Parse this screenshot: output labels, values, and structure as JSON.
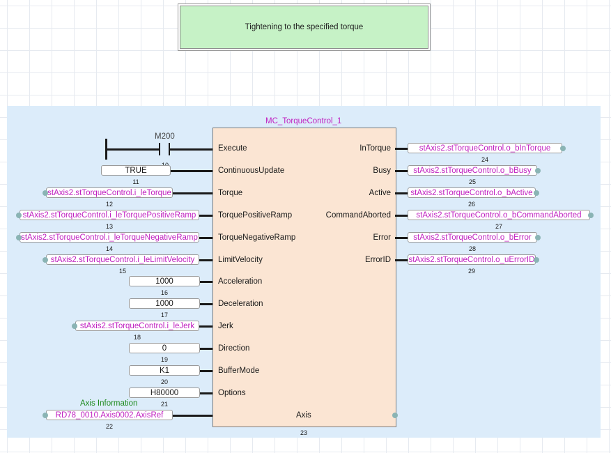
{
  "comment": {
    "text": "Tightening to the specified torque"
  },
  "fb": {
    "instance": "MC_TorqueControl_1",
    "type": "MC_TorqueControl",
    "block_number": "23"
  },
  "contact": {
    "device": "M200",
    "number": "10"
  },
  "axis_comment": "Axis Information",
  "inputs": [
    {
      "pin": "Execute",
      "value": "",
      "number": ""
    },
    {
      "pin": "ContinuousUpdate",
      "value": "TRUE",
      "number": "11"
    },
    {
      "pin": "Torque",
      "value": "stAxis2.stTorqueControl.i_leTorque",
      "number": "12"
    },
    {
      "pin": "TorquePositiveRamp",
      "value": "stAxis2.stTorqueControl.i_leTorquePositiveRamp",
      "number": "13"
    },
    {
      "pin": "TorqueNegativeRamp",
      "value": "stAxis2.stTorqueControl.i_leTorqueNegativeRamp",
      "number": "14"
    },
    {
      "pin": "LimitVelocity",
      "value": "stAxis2.stTorqueControl.i_leLimitVelocity",
      "number": "15"
    },
    {
      "pin": "Acceleration",
      "value": "1000",
      "number": "16"
    },
    {
      "pin": "Deceleration",
      "value": "1000",
      "number": "17"
    },
    {
      "pin": "Jerk",
      "value": "stAxis2.stTorqueControl.i_leJerk",
      "number": "18"
    },
    {
      "pin": "Direction",
      "value": "0",
      "number": "19"
    },
    {
      "pin": "BufferMode",
      "value": "K1",
      "number": "20"
    },
    {
      "pin": "Options",
      "value": "H80000",
      "number": "21"
    },
    {
      "pin": "Axis",
      "value": "RD78_0010.Axis0002.AxisRef",
      "number": "22"
    }
  ],
  "outputs": [
    {
      "pin": "InTorque",
      "value": "stAxis2.stTorqueControl.o_bInTorque",
      "number": "24"
    },
    {
      "pin": "Busy",
      "value": "stAxis2.stTorqueControl.o_bBusy",
      "number": "25"
    },
    {
      "pin": "Active",
      "value": "stAxis2.stTorqueControl.o_bActive",
      "number": "26"
    },
    {
      "pin": "CommandAborted",
      "value": "stAxis2.stTorqueControl.o_bCommandAborted",
      "number": "27"
    },
    {
      "pin": "Error",
      "value": "stAxis2.stTorqueControl.o_bError",
      "number": "28"
    },
    {
      "pin": "ErrorID",
      "value": "stAxis2.stTorqueControl.o_uErrorID",
      "number": "29"
    }
  ],
  "colors": {
    "variable_text": "#c020c0",
    "block_fill": "#fbe5d3",
    "zone_fill": "#dcecfa",
    "comment_fill": "#c6f2c6",
    "connector_dot": "#8ab4b4"
  }
}
